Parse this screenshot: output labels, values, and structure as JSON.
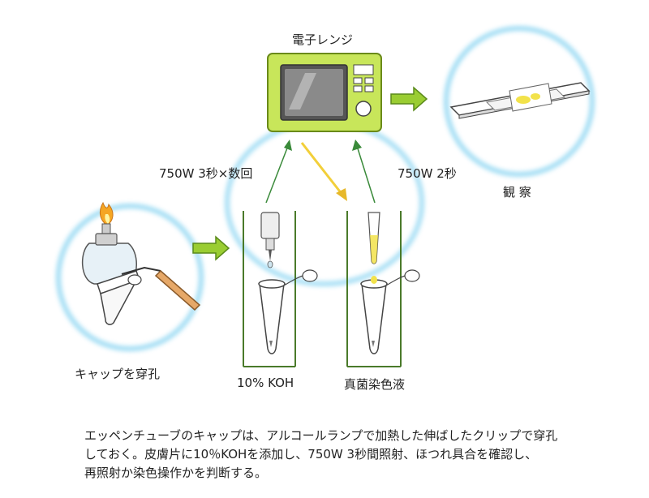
{
  "labels": {
    "microwave": "電子レンジ",
    "power_left": "750W 3秒×数回",
    "power_right": "750W 2秒",
    "observe": "観 察",
    "pierce_cap": "キャップを穿孔",
    "koh": "10% KOH",
    "stain": "真菌染色液"
  },
  "caption": {
    "line1": "エッペンチューブのキャップは、アルコールランプで加熱した伸ばしたクリップで穿孔",
    "line2": "しておく。皮膚片に10％KOHを添加し、750W 3秒間照射、ほつれ具合を確認し、",
    "line3": "再照射か染色操作かを判断する。"
  },
  "colors": {
    "glow": "#7fd0f0",
    "arrow_green": "#9acd32",
    "arrow_outline": "#5a8a1a",
    "microwave_body": "#c8e65a",
    "flame": "#f5a623",
    "stain_yellow": "#f2e24a",
    "panel_border": "#4a7a2a",
    "line_green": "#3a8a3a"
  }
}
